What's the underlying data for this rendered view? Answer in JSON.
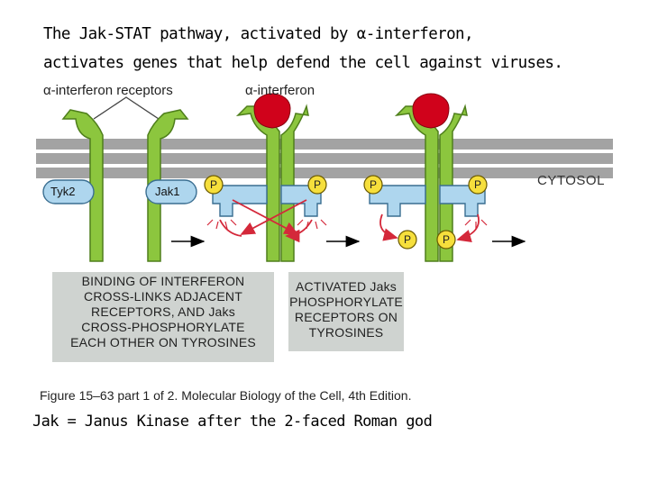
{
  "title": {
    "line1": "The Jak-STAT pathway, activated by α-interferon,",
    "line2": "activates genes that help defend the cell against viruses."
  },
  "diagram": {
    "receptors_label": "α-interferon receptors",
    "ligand_label": "α-interferon",
    "cytosol_label": "CYTOSOL",
    "kinase_left": "Tyk2",
    "kinase_right": "Jak1",
    "phosphate": "P",
    "box1": [
      "BINDING OF INTERFERON",
      "CROSS-LINKS ADJACENT",
      "RECEPTORS, AND Jaks",
      "CROSS-PHOSPHORYLATE",
      "EACH OTHER ON TYROSINES"
    ],
    "box2": [
      "ACTIVATED Jaks",
      "PHOSPHORYLATE",
      "RECEPTORS ON",
      "TYROSINES"
    ],
    "colors": {
      "receptor": "#8cc63e",
      "receptor_outline": "#4f7f1c",
      "ligand": "#d0021b",
      "kinase": "#aed6ee",
      "kinase_outline": "#3a6e91",
      "phosphate": "#f6df3c",
      "arrow": "#d4283a",
      "membrane": "#a3a3a3"
    }
  },
  "caption": "Figure 15–63 part 1 of 2. Molecular Biology of the Cell, 4th Edition.",
  "note": "Jak = Janus Kinase after the 2-faced Roman god"
}
